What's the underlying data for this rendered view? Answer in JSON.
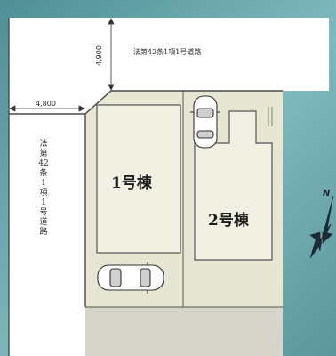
{
  "roads": {
    "top_road_label": "法第42条1項1号道路",
    "top_road_width": "4,900",
    "left_road_label": "法第42条1項1号道路",
    "left_road_width": "4,800"
  },
  "buildings": {
    "building_1_label": "1号棟",
    "building_2_label": "2号棟"
  },
  "compass": {
    "north_label": "N"
  },
  "colors": {
    "background_teal": "#5f9ea3",
    "road": "#ffffff",
    "lot": "#e8e8d6",
    "building": "#f1f0e3",
    "line": "#444444"
  }
}
